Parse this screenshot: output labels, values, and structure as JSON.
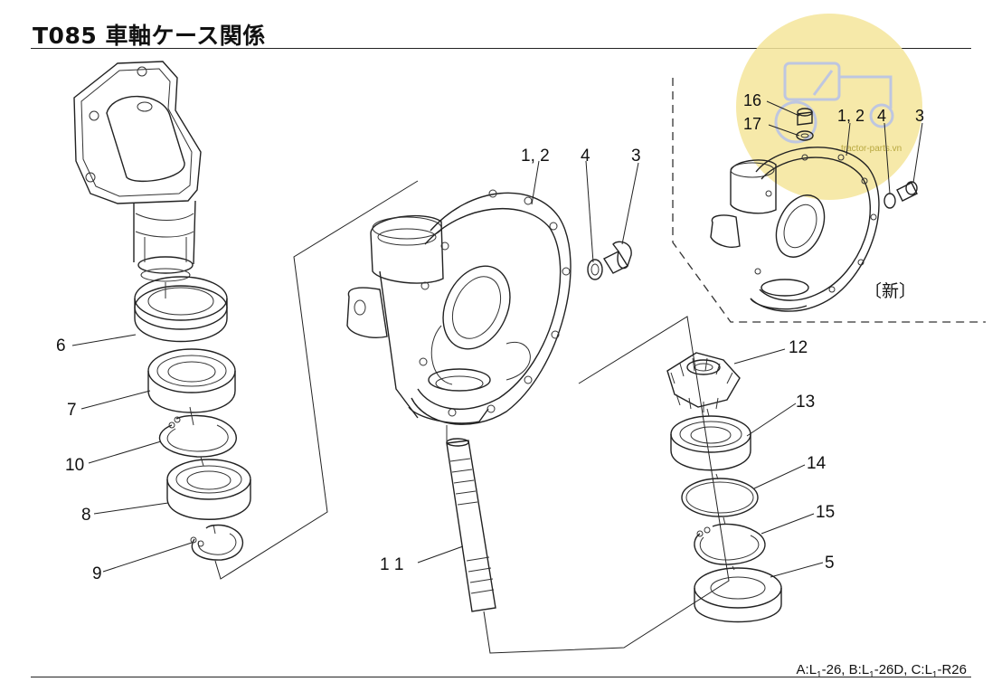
{
  "header": {
    "title": "T085  車軸ケース関係"
  },
  "footer": {
    "model_a": "A:L",
    "model_a_sub": "1",
    "model_a_tail": "-26,",
    "model_b": "B:L",
    "model_b_sub": "1",
    "model_b_tail": "-26D,",
    "model_c": "C:L",
    "model_c_sub": "1",
    "model_c_tail": "-R26"
  },
  "callouts": {
    "p6": "6",
    "p7": "7",
    "p10": "10",
    "p8": "8",
    "p9": "9",
    "p12_main": "1, 2",
    "p4_main": "4",
    "p3_main": "3",
    "p11": "1 1",
    "p12": "12",
    "p13": "13",
    "p14": "14",
    "p15": "15",
    "p5": "5",
    "p16": "16",
    "p17": "17",
    "p12_new": "1, 2",
    "p4_new": "4",
    "p3_new": "3",
    "new_tag": "〔新〕"
  },
  "watermark": {
    "color": "#f3e58a",
    "text": "tractor-parts.vn"
  }
}
